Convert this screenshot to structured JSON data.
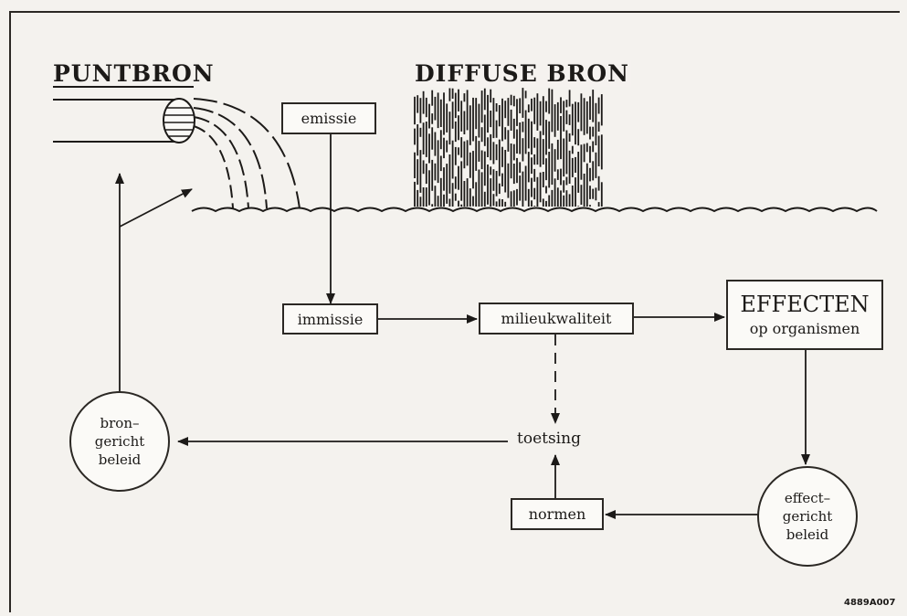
{
  "sources": {
    "point": "PUNTBRON",
    "diffuse": "DIFFUSE BRON"
  },
  "boxes": {
    "emission": "emissie",
    "immission": "immissie",
    "environmental_quality": "milieukwaliteit",
    "effects_title": "EFFECTEN",
    "effects_subtitle": "op organismen",
    "norms": "normen"
  },
  "labels": {
    "assessment": "toetsing"
  },
  "policies": {
    "source": [
      "bron–",
      "gericht",
      "beleid"
    ],
    "effect": [
      "effect–",
      "gericht",
      "beleid"
    ]
  },
  "figure_code": "4889A007"
}
